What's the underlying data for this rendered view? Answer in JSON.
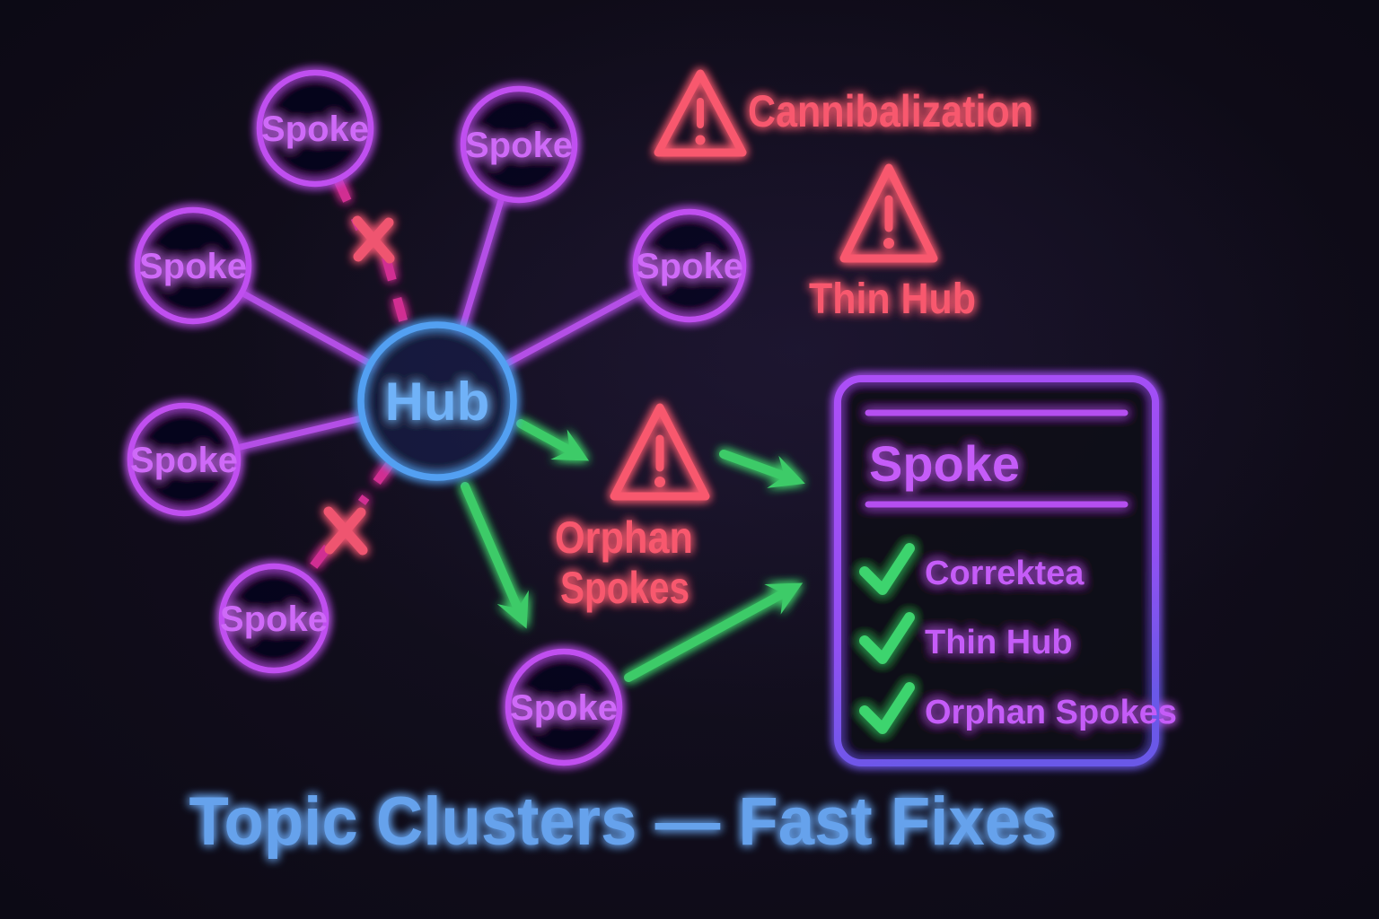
{
  "title": {
    "text": "Topic Clusters — Fast Fixes"
  },
  "hub": {
    "label": "Hub"
  },
  "spokes": [
    {
      "label": "Spoke"
    },
    {
      "label": "Spoke"
    },
    {
      "label": "Spoke"
    },
    {
      "label": "Spoke"
    },
    {
      "label": "Spoke"
    },
    {
      "label": "Spoke"
    },
    {
      "label": "Spoke"
    }
  ],
  "warnings": {
    "cannibalization": {
      "icon": "warning-triangle",
      "label": "Cannibalization"
    },
    "thin_hub": {
      "icon": "warning-triangle",
      "label": "Thin Hub"
    },
    "orphan_spokes": {
      "icon": "warning-triangle",
      "line1": "Orphan",
      "line2": "Spokes"
    }
  },
  "panel": {
    "title": "Spoke",
    "items": [
      {
        "icon": "check",
        "label": "Correktea"
      },
      {
        "icon": "check",
        "label": "Thin Hub"
      },
      {
        "icon": "check",
        "label": "Orphan Spokes"
      }
    ]
  },
  "icons": {
    "warning": "warning-triangle",
    "check": "checkmark",
    "broken_link": "x-cross",
    "flow": "arrow"
  },
  "colors": {
    "background": "#0e0b17",
    "hub_blue": "#53a0f2",
    "hub_text_blue": "#70b2f8",
    "spoke_purple": "#c050f0",
    "spoke_text_purple": "#cf6af8",
    "connector_purple": "#b44fe6",
    "broken_link_pink": "#d12f92",
    "x_mark_red": "#ef5570",
    "warning_red": "#f8596e",
    "success_green": "#3ecb68",
    "check_green": "#3ed46e",
    "panel_border_purple": "#ad4ff7",
    "panel_border_blue": "#6b58e8",
    "panel_text_purple": "#c55cf8",
    "title_blue": "#66a2ec"
  }
}
